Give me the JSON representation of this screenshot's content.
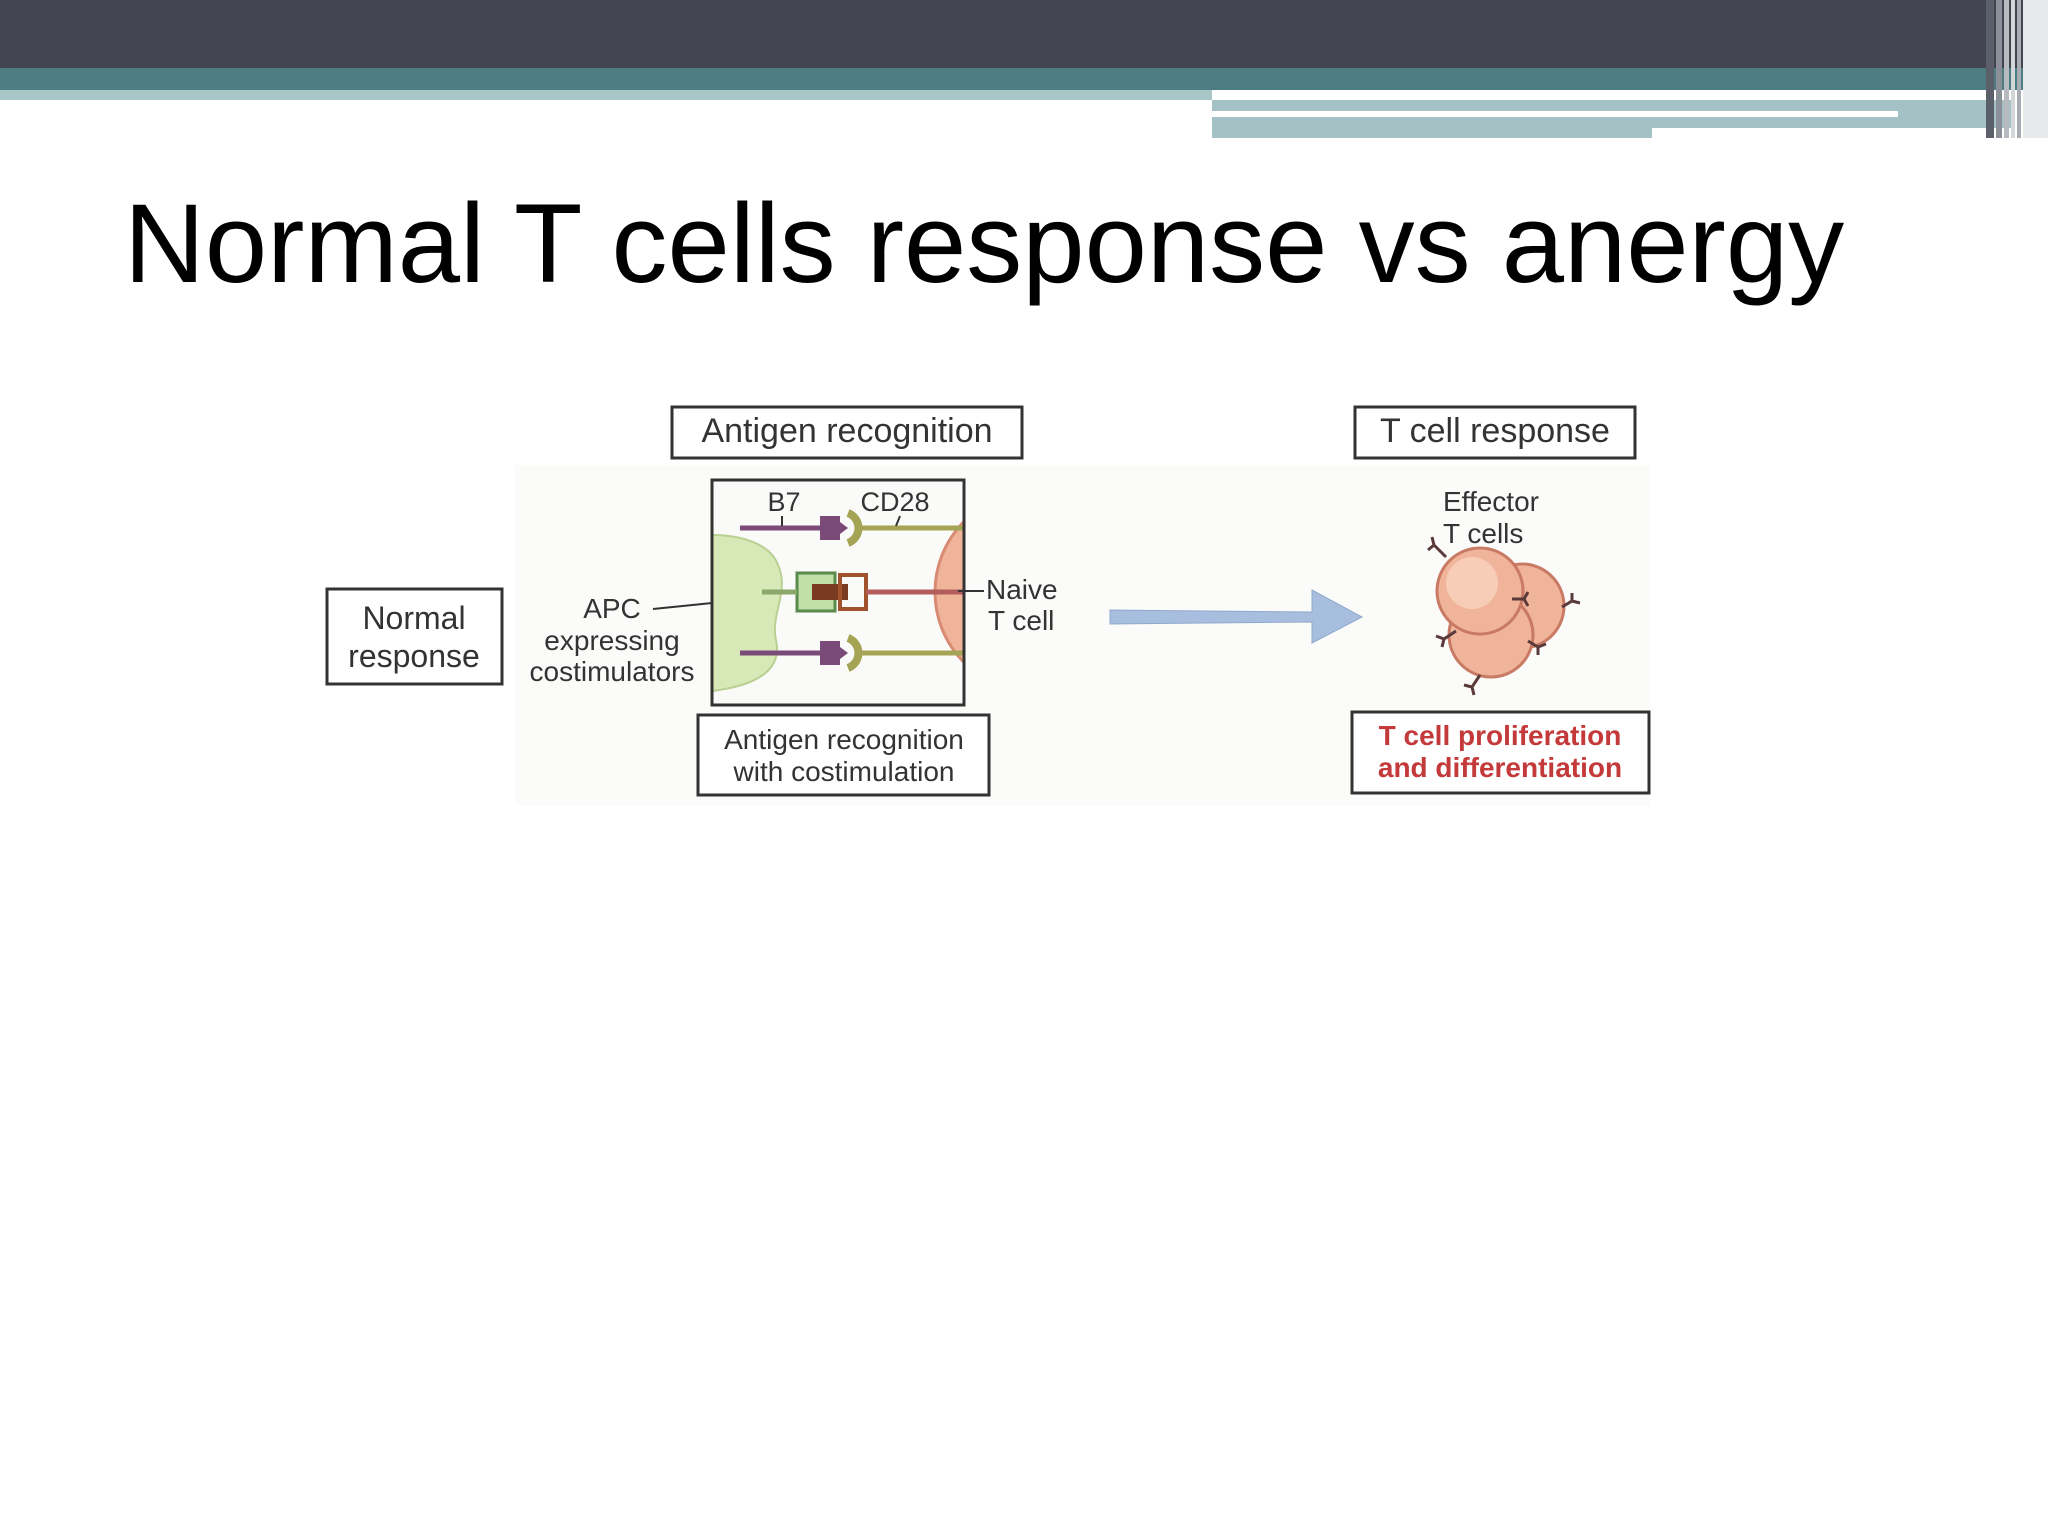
{
  "slide": {
    "title": "Normal T cells response vs anergy"
  },
  "diagram": {
    "header_left": "Antigen recognition",
    "header_right": "T cell response",
    "row_label": [
      "Normal",
      "response"
    ],
    "apc_label": [
      "APC",
      "expressing",
      "costimulators"
    ],
    "b7_label": "B7",
    "cd28_label": "CD28",
    "naive_label": [
      "Naive",
      "T cell"
    ],
    "effector_label": [
      "Effector",
      "T cells"
    ],
    "caption_left": [
      "Antigen recognition",
      "with costimulation"
    ],
    "caption_right": [
      "T cell proliferation",
      "and differentiation"
    ],
    "colors": {
      "apc": "#d8e9b8",
      "t_cell": "#f0b49a",
      "ligand_purple": "#7a4a78",
      "receptor_olive": "#a5a455",
      "arrow": "#a8bede",
      "caption_red": "#c43a3a",
      "header_dark": "#42444f",
      "header_teal": "#4c7d82"
    },
    "icons": [
      "b7-ligand-icon",
      "cd28-receptor-icon",
      "mhc-peptide-tcr-icon",
      "response-arrow-icon",
      "effector-t-cell-icon"
    ]
  }
}
